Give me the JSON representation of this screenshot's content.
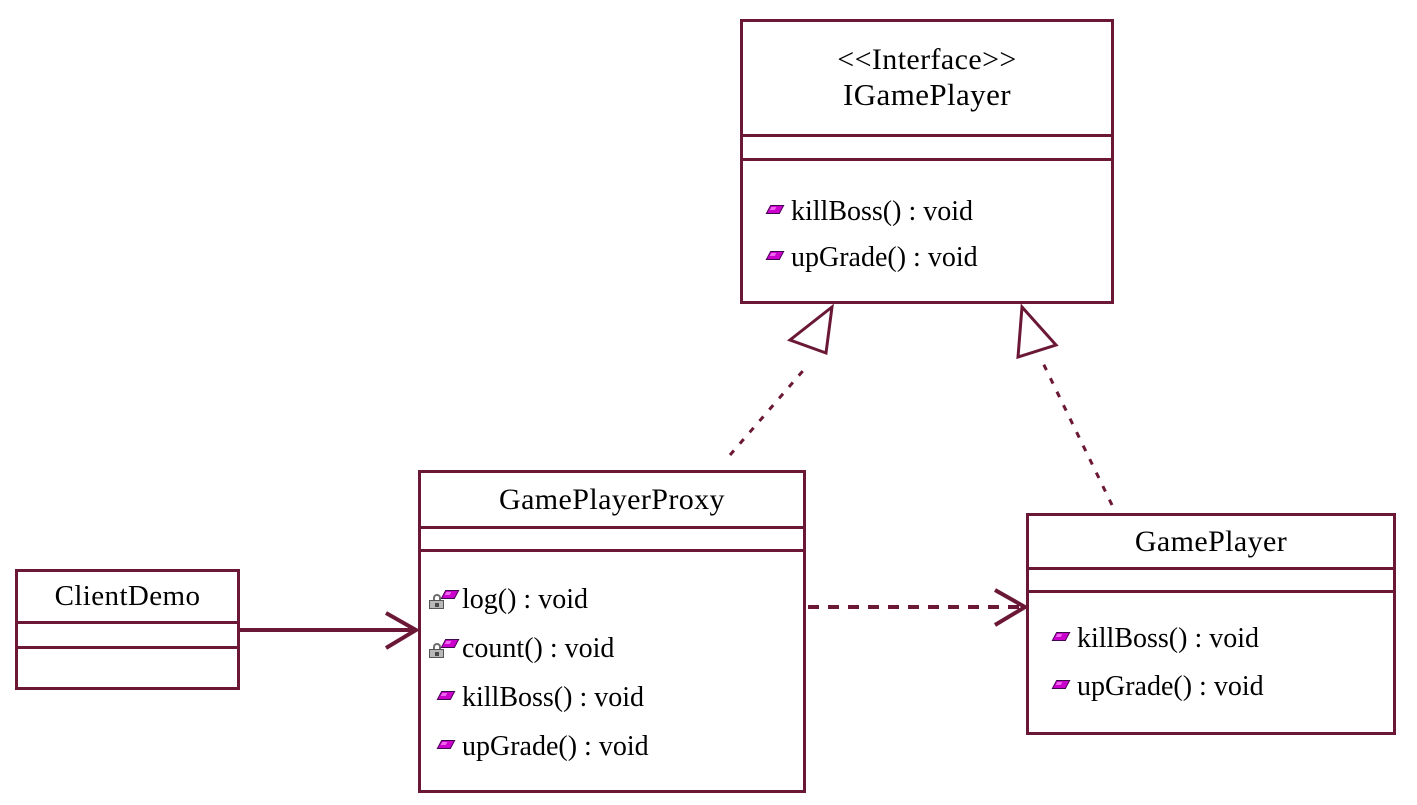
{
  "diagram": {
    "kind": "uml-class-diagram",
    "background": "#ffffff",
    "line_color": "#6b1836",
    "text_color": "#000000",
    "method_icon_color": "#cc00cc",
    "lock_icon_color": "#b8b8b8"
  },
  "classes": {
    "igameplayer": {
      "stereotype": "<<Interface>>",
      "name": "IGamePlayer",
      "attributes": [],
      "operations": [
        {
          "label": "killBoss() : void",
          "visibility": "public",
          "icon": "method-diamond-icon"
        },
        {
          "label": "upGrade() : void",
          "visibility": "public",
          "icon": "method-diamond-icon"
        }
      ]
    },
    "gameplayerproxy": {
      "stereotype": "",
      "name": "GamePlayerProxy",
      "attributes": [],
      "operations": [
        {
          "label": "log() : void",
          "visibility": "private",
          "icon": "method-diamond-icon",
          "lock": "lock-icon"
        },
        {
          "label": "count() : void",
          "visibility": "private",
          "icon": "method-diamond-icon",
          "lock": "lock-icon"
        },
        {
          "label": "killBoss() : void",
          "visibility": "public",
          "icon": "method-diamond-icon"
        },
        {
          "label": "upGrade() : void",
          "visibility": "public",
          "icon": "method-diamond-icon"
        }
      ]
    },
    "gameplayer": {
      "stereotype": "",
      "name": "GamePlayer",
      "attributes": [],
      "operations": [
        {
          "label": "killBoss() : void",
          "visibility": "public",
          "icon": "method-diamond-icon"
        },
        {
          "label": "upGrade() : void",
          "visibility": "public",
          "icon": "method-diamond-icon"
        }
      ]
    },
    "clientdemo": {
      "stereotype": "",
      "name": "ClientDemo",
      "attributes": [],
      "operations": []
    }
  },
  "relations": [
    {
      "id": "proxy-realizes-interface",
      "type": "realization",
      "label": "",
      "from": "GamePlayerProxy",
      "to": "IGamePlayer",
      "line_style": "dashed",
      "arrow_head": "hollow-triangle"
    },
    {
      "id": "player-realizes-interface",
      "type": "realization",
      "label": "",
      "from": "GamePlayer",
      "to": "IGamePlayer",
      "line_style": "dashed",
      "arrow_head": "hollow-triangle"
    },
    {
      "id": "client-uses-proxy",
      "type": "association",
      "label": "",
      "from": "ClientDemo",
      "to": "GamePlayerProxy",
      "line_style": "solid",
      "arrow_head": "open-arrow"
    },
    {
      "id": "proxy-depends-player",
      "type": "dependency",
      "label": "",
      "from": "GamePlayerProxy",
      "to": "GamePlayer",
      "line_style": "dashed",
      "arrow_head": "open-arrow"
    }
  ]
}
